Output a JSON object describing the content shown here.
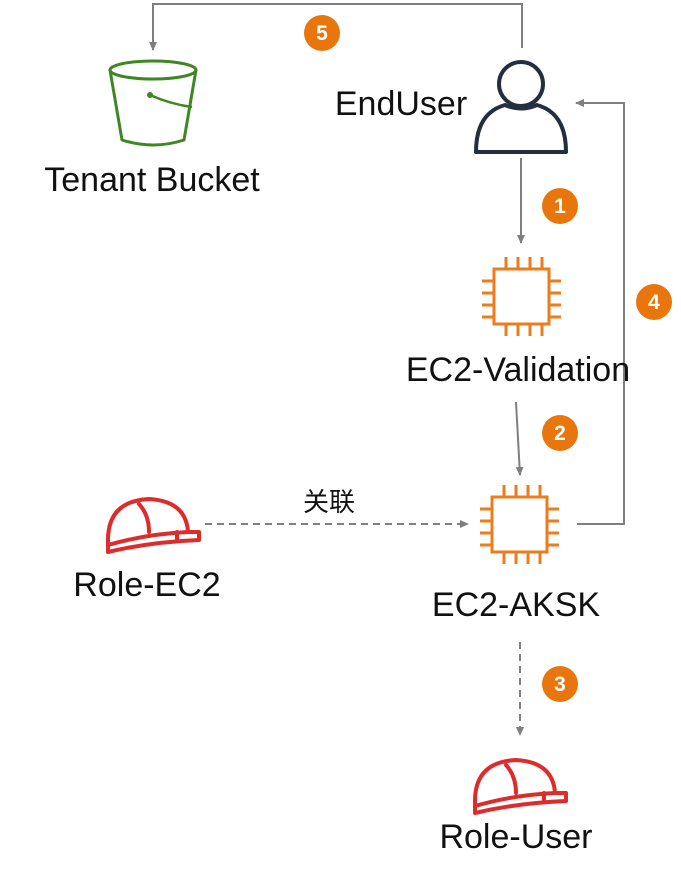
{
  "nodes": {
    "tenant_bucket": {
      "label": "Tenant Bucket",
      "icon": "s3-bucket-icon"
    },
    "end_user": {
      "label": "EndUser",
      "icon": "user-icon"
    },
    "ec2_validation": {
      "label": "EC2-Validation",
      "icon": "ec2-chip-icon"
    },
    "ec2_aksk": {
      "label": "EC2-AKSK",
      "icon": "ec2-chip-icon"
    },
    "role_ec2": {
      "label": "Role-EC2",
      "icon": "iam-role-helmet-icon"
    },
    "role_user": {
      "label": "Role-User",
      "icon": "iam-role-helmet-icon"
    }
  },
  "edges": {
    "association_label": "关联"
  },
  "steps": [
    "1",
    "2",
    "3",
    "4",
    "5"
  ],
  "colors": {
    "badge": "#e8760c",
    "ec2": "#ed7d1c",
    "bucket": "#3f8624",
    "role": "#dd2c2c",
    "user": "#232f3e",
    "arrow": "#7f7f7f"
  }
}
